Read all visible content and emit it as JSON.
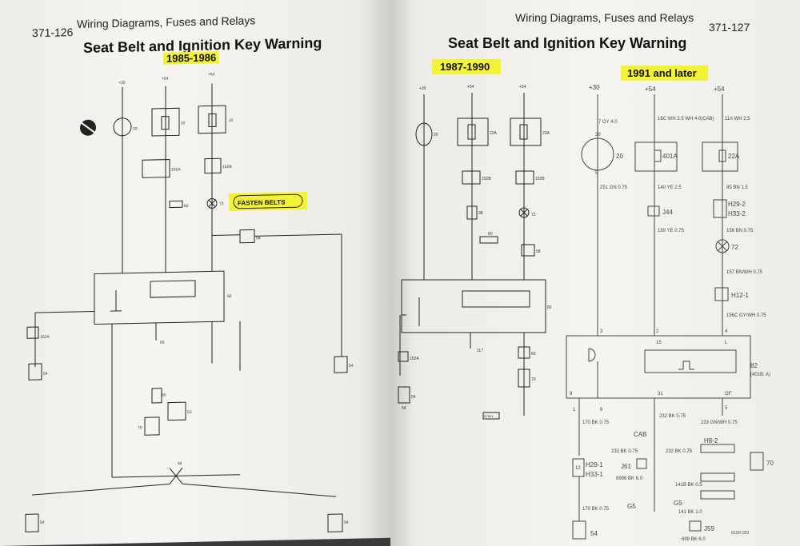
{
  "left_page": {
    "header_left": "371-126",
    "header_title": "Wiring Diagrams, Fuses and Relays",
    "title": "Seat Belt and Ignition Key Warning",
    "year_range": "1985-1986",
    "callout": "FASTEN BELTS",
    "terminals": [
      "+30",
      "+54",
      "+54"
    ],
    "components": [
      "20",
      "22",
      "22",
      "152A",
      "152B",
      "60",
      "72",
      "58",
      "82",
      "152A",
      "65",
      "54",
      "54",
      "60",
      "53",
      "70",
      "65",
      "54",
      "54"
    ]
  },
  "right_page": {
    "header_title": "Wiring Diagrams, Fuses and Relays",
    "header_right": "371-127",
    "title": "Seat Belt and Ignition Key Warning",
    "year_range_a": "1987-1990",
    "year_range_b": "1991 and later",
    "terminals_a": [
      "+30",
      "+54",
      "+54"
    ],
    "components_a": [
      "20",
      "22A",
      "22A",
      "152B",
      "152B",
      "98",
      "72",
      "60",
      "58",
      "82",
      "152A",
      "54",
      "117",
      "60",
      "70",
      "54"
    ],
    "ref_code": "B7624",
    "terminals_b": [
      "+30",
      "+54",
      "+54"
    ],
    "wires_b": [
      "7 GY 4.0",
      "16C WH 2.5 WH 4.0(CAB)",
      "11A WH 2.5",
      "251 GN 0.75",
      "140 YE 2.5",
      "85 BN 1.5",
      "150 YE 0.75",
      "156 BN 0.75",
      "157 BN/WH 0.75",
      "156C GY/WH 0.75",
      "170 BK 0.75",
      "232 BK 0.75",
      "233 GN/WH 0.75",
      "232 BK 0.75",
      "232 BK 0.75",
      "9998 BK 6.0",
      "141B BK 0.5",
      "141 BK 1.0",
      "170 BK 0.75",
      "699 BK 6.0"
    ],
    "components_b": [
      "20",
      "401A",
      "22A",
      "J44",
      "H29-2",
      "H33-2",
      "72",
      "H12-1",
      "82",
      "(401B: A)",
      "CAB",
      "H8-2",
      "70",
      "J61",
      "H29-1",
      "H33-1",
      "G5",
      "G5",
      "J59",
      "54"
    ],
    "pins_b": [
      "30",
      "5",
      "3",
      "2",
      "4",
      "15",
      "L",
      "8",
      "1",
      "9",
      "31",
      "GF",
      "5",
      "12"
    ],
    "footer_code": "01SH 023"
  }
}
